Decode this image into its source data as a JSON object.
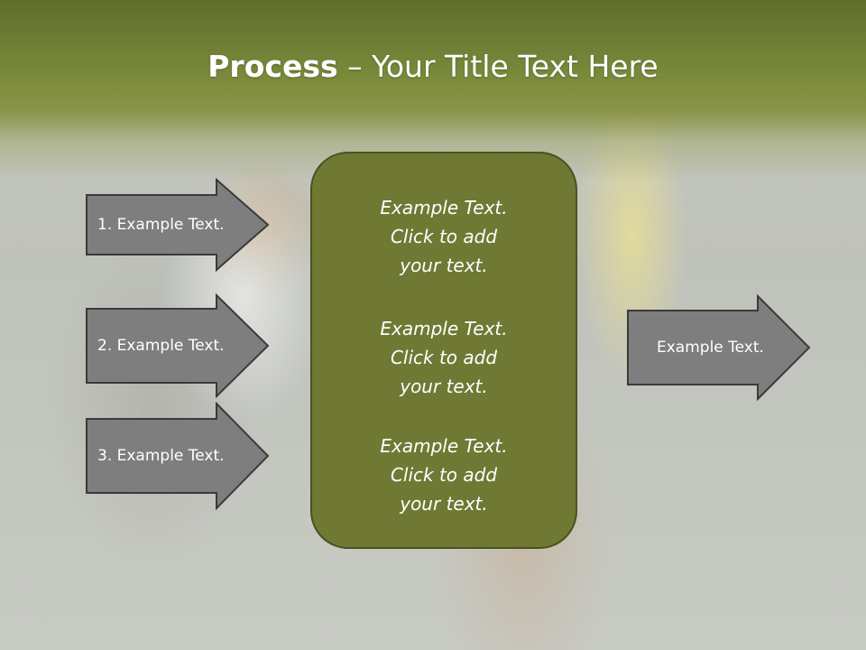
{
  "slide": {
    "title_bold": "Process",
    "title_rest": " – Your Title Text Here"
  },
  "left_arrows": [
    {
      "label": "1. Example Text."
    },
    {
      "label": "2. Example Text."
    },
    {
      "label": "3. Example Text."
    }
  ],
  "center_box": {
    "blocks": [
      {
        "lines": [
          "Example Text.",
          "Click  to add",
          "your text."
        ]
      },
      {
        "lines": [
          "Example Text.",
          "Click  to add",
          "your text."
        ]
      },
      {
        "lines": [
          "Example Text.",
          "Click  to add",
          "your text."
        ]
      }
    ]
  },
  "right_arrow": {
    "label": "Example Text."
  },
  "colors": {
    "header": "#7c8c3c",
    "center_fill": "#6f7934",
    "center_border": "#4a5220",
    "arrow_fill": "#7e7e7e",
    "arrow_border": "#3a3a3a"
  }
}
